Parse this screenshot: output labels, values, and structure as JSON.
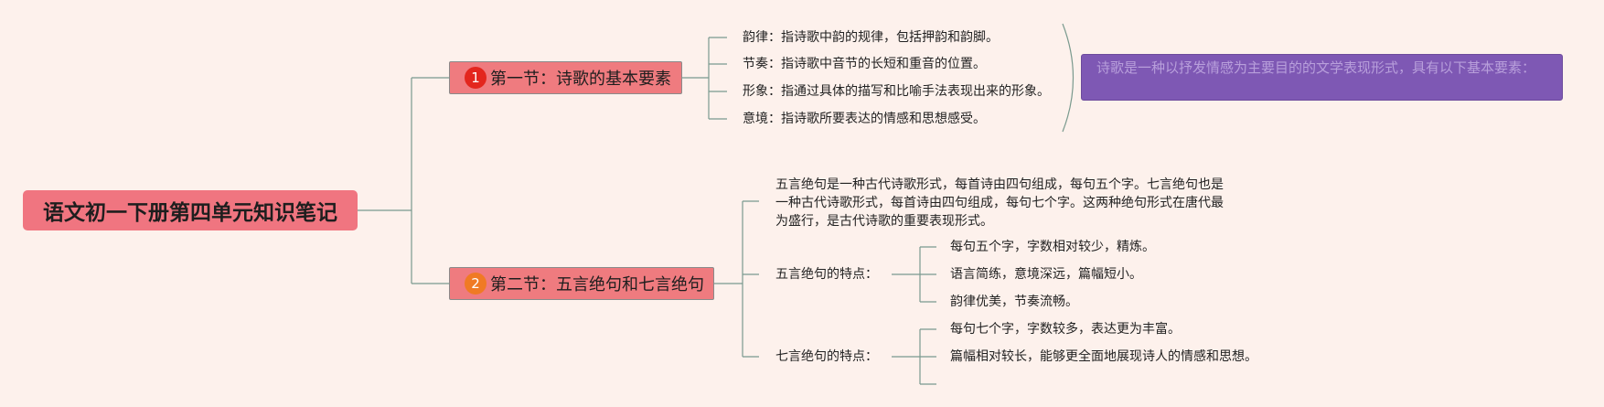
{
  "root": {
    "title": "语文初一下册第四单元知识笔记"
  },
  "section1": {
    "number": "1",
    "title": "第一节：诗歌的基本要素",
    "items": [
      "韵律：指诗歌中韵的规律，包括押韵和韵脚。",
      "节奏：指诗歌中音节的长短和重音的位置。",
      "形象：指通过具体的描写和比喻手法表现出来的形象。",
      "意境：指诗歌所要表达的情感和思想感受。"
    ],
    "summary": "诗歌是一种以抒发情感为主要目的的文学表现形式，具有以下基本要素："
  },
  "section2": {
    "number": "2",
    "title": "第二节：五言绝句和七言绝句",
    "intro": "五言绝句是一种古代诗歌形式，每首诗由四句组成，每句五个字。七言绝句也是一种古代诗歌形式，每首诗由四句组成，每句七个字。这两种绝句形式在唐代最为盛行，是古代诗歌的重要表现形式。",
    "five": {
      "label": "五言绝句的特点：",
      "items": [
        "每句五个字，字数相对较少，精炼。",
        "语言简练，意境深远，篇幅短小。",
        "韵律优美，节奏流畅。"
      ]
    },
    "seven": {
      "label": "七言绝句的特点：",
      "items": [
        "每句七个字，字数较多，表达更为丰富。",
        "篇幅相对较长，能够更全面地展现诗人的情感和思想。",
        ""
      ]
    }
  },
  "colors": {
    "background": "#fdf1ec",
    "root": "#f07580",
    "section": "#ef7b7f",
    "badge1": "#e3261e",
    "badge2": "#f07a24",
    "summary": "#7e58b4",
    "summary_text": "#b89fdb",
    "connector": "#7a9a8e"
  }
}
